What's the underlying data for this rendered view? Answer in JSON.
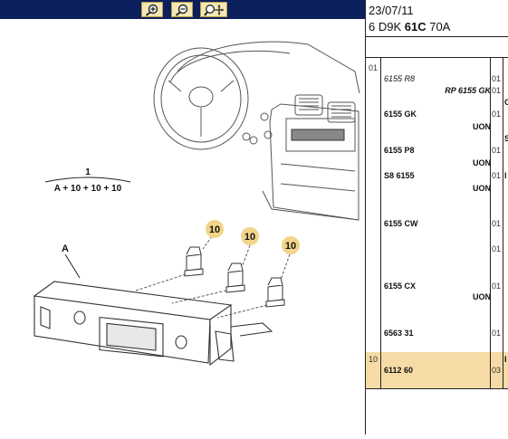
{
  "toolbar": {
    "buttons": [
      {
        "name": "zoom-in",
        "icon": "zoom-in-icon"
      },
      {
        "name": "zoom-out",
        "icon": "zoom-out-icon"
      },
      {
        "name": "zoom-move",
        "icon": "zoom-move-icon"
      }
    ]
  },
  "header": {
    "date": "23/07/11",
    "code_prefix": "6 D9K ",
    "code_bold": "61C",
    "code_suffix": " 70A"
  },
  "diagram": {
    "formula_qty": "1",
    "formula": "A + 10 + 10 + 10",
    "label_a": "A",
    "callouts": [
      "10",
      "10",
      "10"
    ]
  },
  "rows": [
    {
      "pos": "01",
      "part": "6155 R8",
      "part_italic": true,
      "sub": "",
      "ref": "01",
      "mark": ""
    },
    {
      "pos": "",
      "part": "",
      "part_italic": false,
      "sub": "RP 6155 GK",
      "sub_italic": true,
      "ref": "01",
      "mark": ""
    },
    {
      "pos": "",
      "part": "6155 GK",
      "part_italic": false,
      "sub": "UON",
      "ref": "01",
      "mark": "C"
    },
    {
      "pos": "",
      "part": "6155 P8",
      "part_italic": false,
      "sub": "UON",
      "ref": "01",
      "mark": "S"
    },
    {
      "pos": "",
      "part": "S8 6155",
      "part_italic": false,
      "sub": "UON",
      "ref": "01",
      "mark": "I"
    },
    {
      "pos": "",
      "part": "6155 CW",
      "part_italic": false,
      "sub": "",
      "ref": "01",
      "mark": ""
    },
    {
      "pos": "",
      "part": "",
      "part_italic": false,
      "sub": "",
      "ref": "01",
      "mark": ""
    },
    {
      "pos": "",
      "part": "6155 CX",
      "part_italic": false,
      "sub": "UON",
      "ref": "01",
      "mark": ""
    },
    {
      "pos": "",
      "part": "6563 31",
      "part_italic": false,
      "sub": "",
      "ref": "01",
      "mark": ""
    },
    {
      "pos": "10",
      "part": "6112 60",
      "part_italic": false,
      "sub": "",
      "ref": "03",
      "mark": "I"
    }
  ]
}
